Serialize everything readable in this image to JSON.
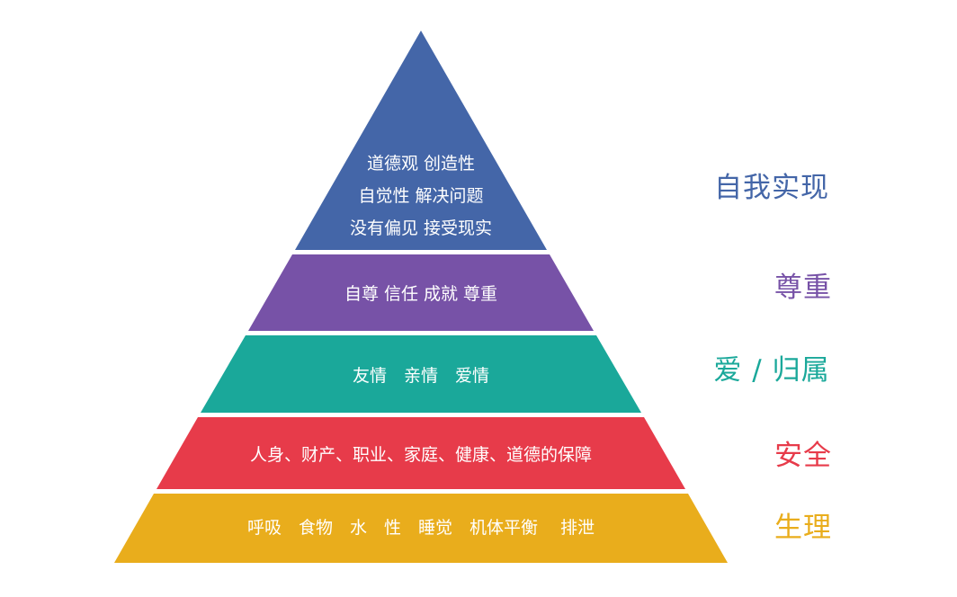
{
  "pyramid": {
    "tiers": [
      {
        "label": "自我实现",
        "color": "#4466a8",
        "label_color": "#4466a8",
        "lines": [
          "道德观 创造性",
          "自觉性 解决问题",
          "没有偏见 接受现实"
        ]
      },
      {
        "label": "尊重",
        "color": "#7752a7",
        "label_color": "#7752a7",
        "lines": [
          "自尊 信任 成就 尊重"
        ]
      },
      {
        "label": "爱 / 归属",
        "color": "#1aa89a",
        "label_color": "#1aa89a",
        "lines": [
          "友情　亲情　爱情"
        ]
      },
      {
        "label": "安全",
        "color": "#e73b4a",
        "label_color": "#e73b4a",
        "lines": [
          "人身、财产、职业、家庭、健康、道德的保障"
        ]
      },
      {
        "label": "生理",
        "color": "#e9ad1c",
        "label_color": "#e9ad1c",
        "lines": [
          "呼吸　食物　水　性　睡觉　机体平衡　 排泄"
        ]
      }
    ]
  }
}
